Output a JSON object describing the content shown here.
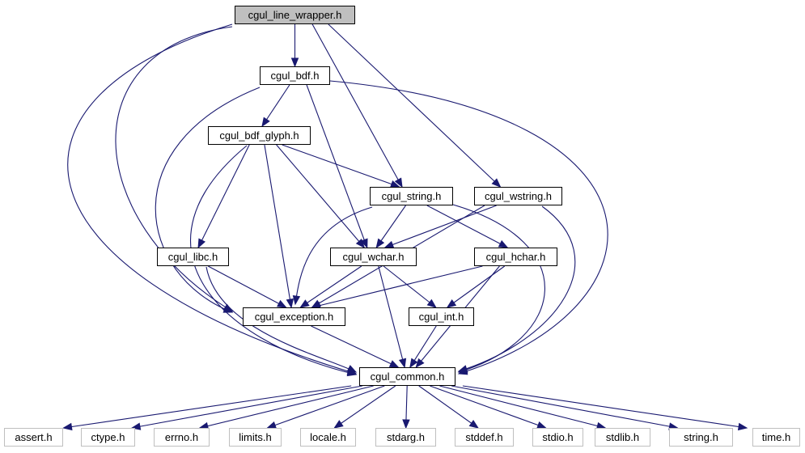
{
  "graph": {
    "root": "cgul_line_wrapper.h",
    "colors": {
      "edge": "#191970",
      "root_fill": "#bfbfbf",
      "system_border": "#bfbfbf",
      "node_border": "#000000"
    },
    "nodes": {
      "line_wrapper": {
        "label": "cgul_line_wrapper.h"
      },
      "bdf": {
        "label": "cgul_bdf.h"
      },
      "bdf_glyph": {
        "label": "cgul_bdf_glyph.h"
      },
      "string": {
        "label": "cgul_string.h"
      },
      "wstring": {
        "label": "cgul_wstring.h"
      },
      "libc": {
        "label": "cgul_libc.h"
      },
      "wchar": {
        "label": "cgul_wchar.h"
      },
      "hchar": {
        "label": "cgul_hchar.h"
      },
      "exception": {
        "label": "cgul_exception.h"
      },
      "int": {
        "label": "cgul_int.h"
      },
      "common": {
        "label": "cgul_common.h"
      },
      "assert": {
        "label": "assert.h"
      },
      "ctype": {
        "label": "ctype.h"
      },
      "errno": {
        "label": "errno.h"
      },
      "limits": {
        "label": "limits.h"
      },
      "locale": {
        "label": "locale.h"
      },
      "stdarg": {
        "label": "stdarg.h"
      },
      "stddef": {
        "label": "stddef.h"
      },
      "stdio": {
        "label": "stdio.h"
      },
      "stdlib": {
        "label": "stdlib.h"
      },
      "string_h": {
        "label": "string.h"
      },
      "time": {
        "label": "time.h"
      }
    },
    "edges": [
      [
        "line_wrapper",
        "bdf"
      ],
      [
        "line_wrapper",
        "string"
      ],
      [
        "line_wrapper",
        "wstring"
      ],
      [
        "line_wrapper",
        "exception"
      ],
      [
        "line_wrapper",
        "common"
      ],
      [
        "bdf",
        "bdf_glyph"
      ],
      [
        "bdf",
        "wchar"
      ],
      [
        "bdf",
        "exception"
      ],
      [
        "bdf",
        "common"
      ],
      [
        "bdf_glyph",
        "string"
      ],
      [
        "bdf_glyph",
        "libc"
      ],
      [
        "bdf_glyph",
        "wchar"
      ],
      [
        "bdf_glyph",
        "exception"
      ],
      [
        "bdf_glyph",
        "common"
      ],
      [
        "string",
        "wchar"
      ],
      [
        "string",
        "hchar"
      ],
      [
        "string",
        "exception"
      ],
      [
        "string",
        "common"
      ],
      [
        "wstring",
        "wchar"
      ],
      [
        "wstring",
        "exception"
      ],
      [
        "wstring",
        "common"
      ],
      [
        "libc",
        "exception"
      ],
      [
        "libc",
        "common"
      ],
      [
        "wchar",
        "exception"
      ],
      [
        "wchar",
        "int"
      ],
      [
        "wchar",
        "common"
      ],
      [
        "hchar",
        "exception"
      ],
      [
        "hchar",
        "int"
      ],
      [
        "hchar",
        "common"
      ],
      [
        "exception",
        "common"
      ],
      [
        "int",
        "common"
      ],
      [
        "common",
        "assert"
      ],
      [
        "common",
        "ctype"
      ],
      [
        "common",
        "errno"
      ],
      [
        "common",
        "limits"
      ],
      [
        "common",
        "locale"
      ],
      [
        "common",
        "stdarg"
      ],
      [
        "common",
        "stddef"
      ],
      [
        "common",
        "stdio"
      ],
      [
        "common",
        "stdlib"
      ],
      [
        "common",
        "string_h"
      ],
      [
        "common",
        "time"
      ]
    ]
  }
}
